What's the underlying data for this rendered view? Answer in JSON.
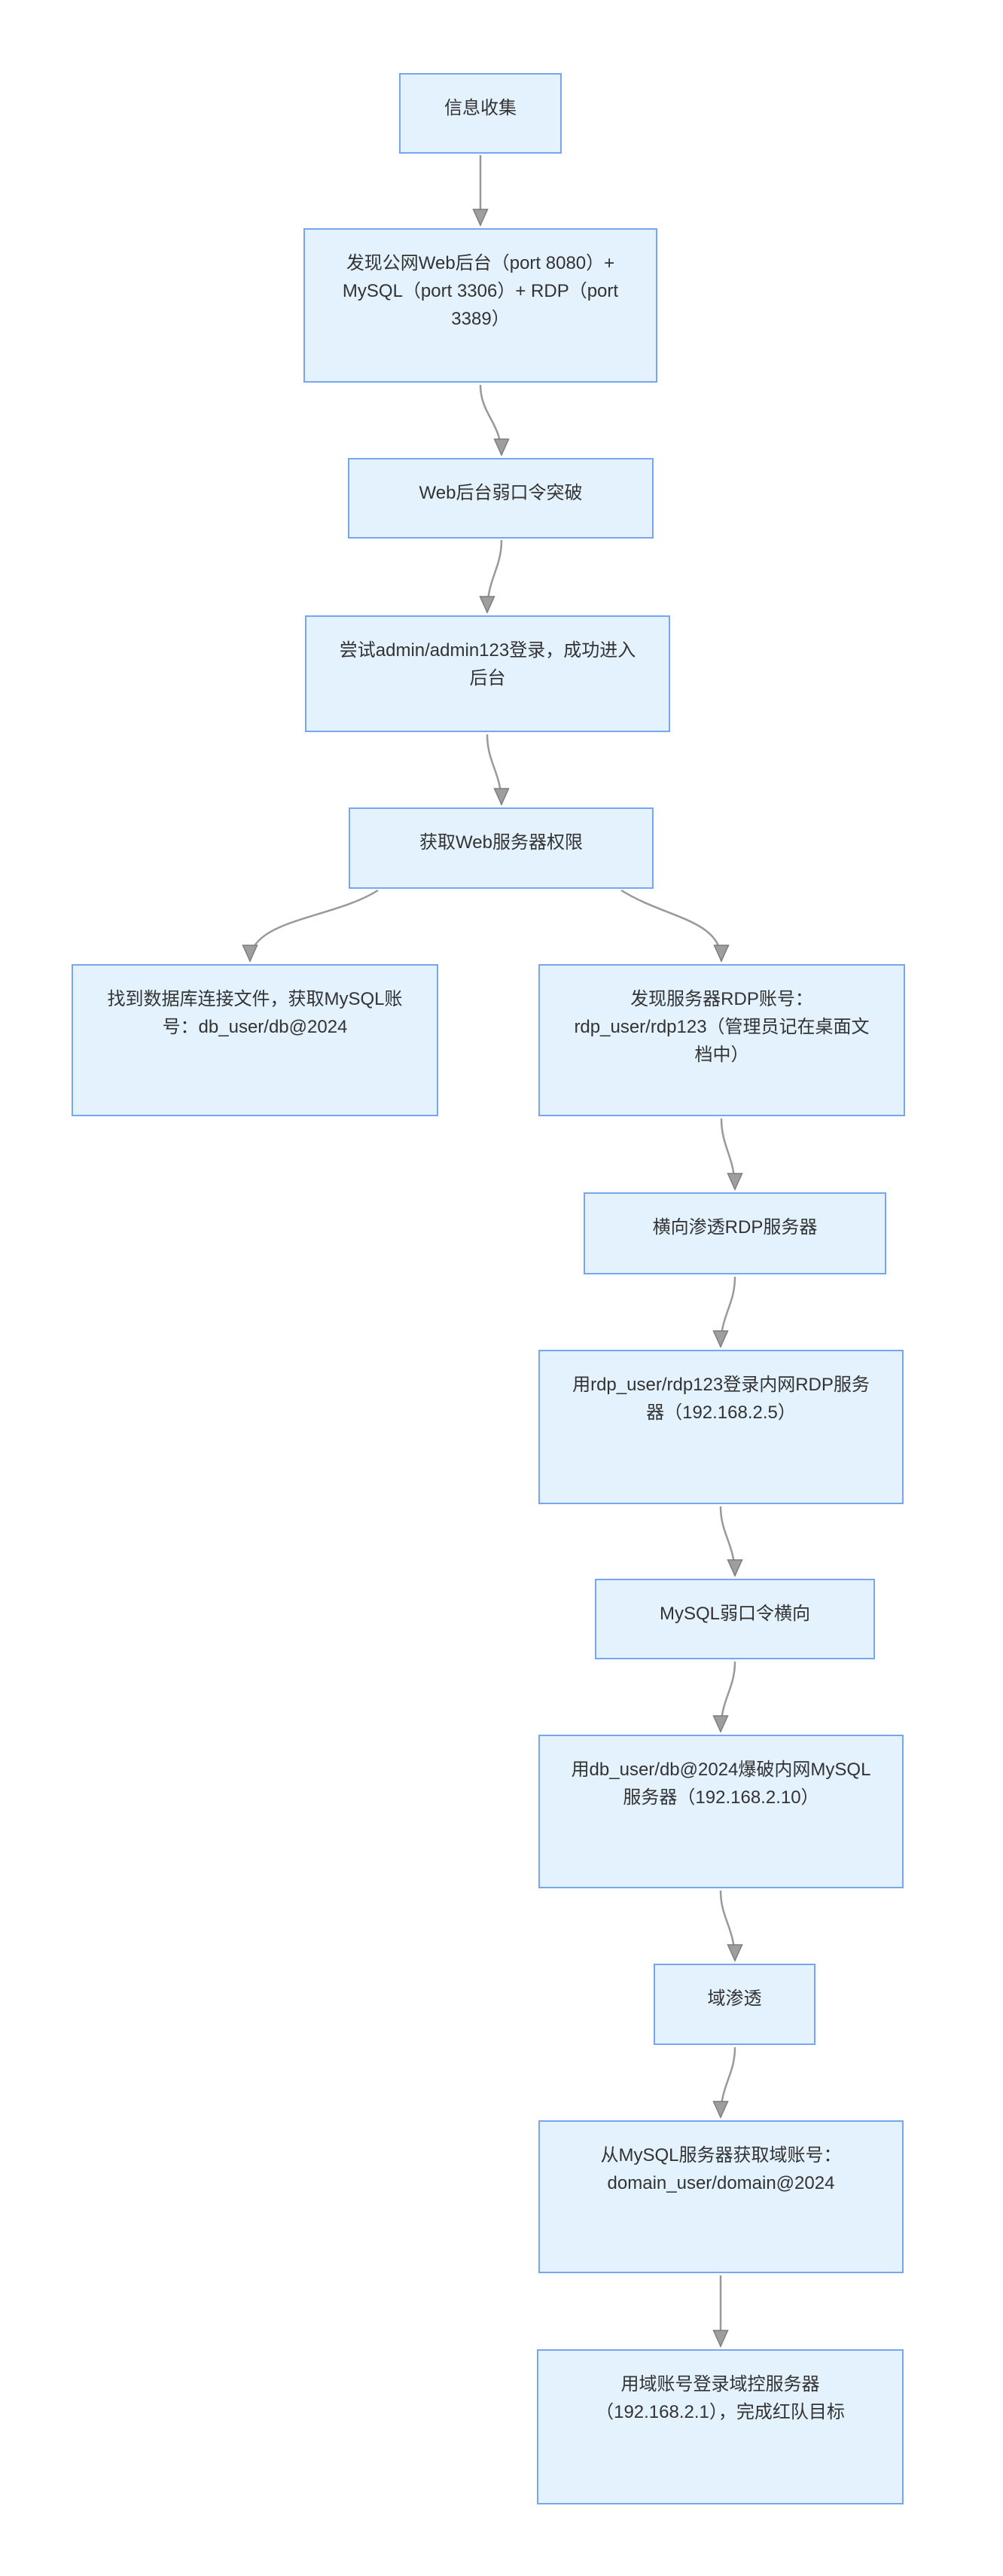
{
  "diagram": {
    "type": "flowchart",
    "direction": "top-down",
    "colors": {
      "node_fill": "#e3f2fd",
      "node_border": "#77a6f1",
      "edge": "#999999",
      "arrowhead": "#9e9e9e",
      "text": "#333333",
      "background": "#ffffff"
    },
    "nodes": [
      {
        "id": "info_collection",
        "label": "信息收集"
      },
      {
        "id": "discover_services",
        "label": [
          "发现公网Web后台（port 8080）+",
          "MySQL（port 3306）+ RDP（port",
          "3389）"
        ]
      },
      {
        "id": "web_weak_password",
        "label": "Web后台弱口令突破"
      },
      {
        "id": "admin_login",
        "label": [
          "尝试admin/admin123登录，成功进入",
          "后台"
        ]
      },
      {
        "id": "web_server_access",
        "label": "获取Web服务器权限"
      },
      {
        "id": "db_credentials",
        "label": [
          "找到数据库连接文件，获取MySQL账",
          "号：db_user/db@2024"
        ]
      },
      {
        "id": "rdp_credentials",
        "label": [
          "发现服务器RDP账号：",
          "rdp_user/rdp123（管理员记在桌面文",
          "档中）"
        ]
      },
      {
        "id": "lateral_rdp",
        "label": "横向渗透RDP服务器"
      },
      {
        "id": "rdp_login_internal",
        "label": [
          "用rdp_user/rdp123登录内网RDP服务",
          "器（192.168.2.5）"
        ]
      },
      {
        "id": "mysql_weak_lateral",
        "label": "MySQL弱口令横向"
      },
      {
        "id": "mysql_bruteforce",
        "label": [
          "用db_user/db@2024爆破内网MySQL",
          "服务器（192.168.2.10）"
        ]
      },
      {
        "id": "domain_penetration",
        "label": "域渗透"
      },
      {
        "id": "domain_account",
        "label": [
          "从MySQL服务器获取域账号：",
          "domain_user/domain@2024"
        ]
      },
      {
        "id": "dc_login_goal",
        "label": [
          "用域账号登录域控服务器",
          "（192.168.2.1），完成红队目标"
        ]
      }
    ],
    "edges": [
      {
        "from": "info_collection",
        "to": "discover_services"
      },
      {
        "from": "discover_services",
        "to": "web_weak_password"
      },
      {
        "from": "web_weak_password",
        "to": "admin_login"
      },
      {
        "from": "admin_login",
        "to": "web_server_access"
      },
      {
        "from": "web_server_access",
        "to": "db_credentials"
      },
      {
        "from": "web_server_access",
        "to": "rdp_credentials"
      },
      {
        "from": "rdp_credentials",
        "to": "lateral_rdp"
      },
      {
        "from": "lateral_rdp",
        "to": "rdp_login_internal"
      },
      {
        "from": "rdp_login_internal",
        "to": "mysql_weak_lateral"
      },
      {
        "from": "mysql_weak_lateral",
        "to": "mysql_bruteforce"
      },
      {
        "from": "mysql_bruteforce",
        "to": "domain_penetration"
      },
      {
        "from": "domain_penetration",
        "to": "domain_account"
      },
      {
        "from": "domain_account",
        "to": "dc_login_goal"
      }
    ]
  }
}
